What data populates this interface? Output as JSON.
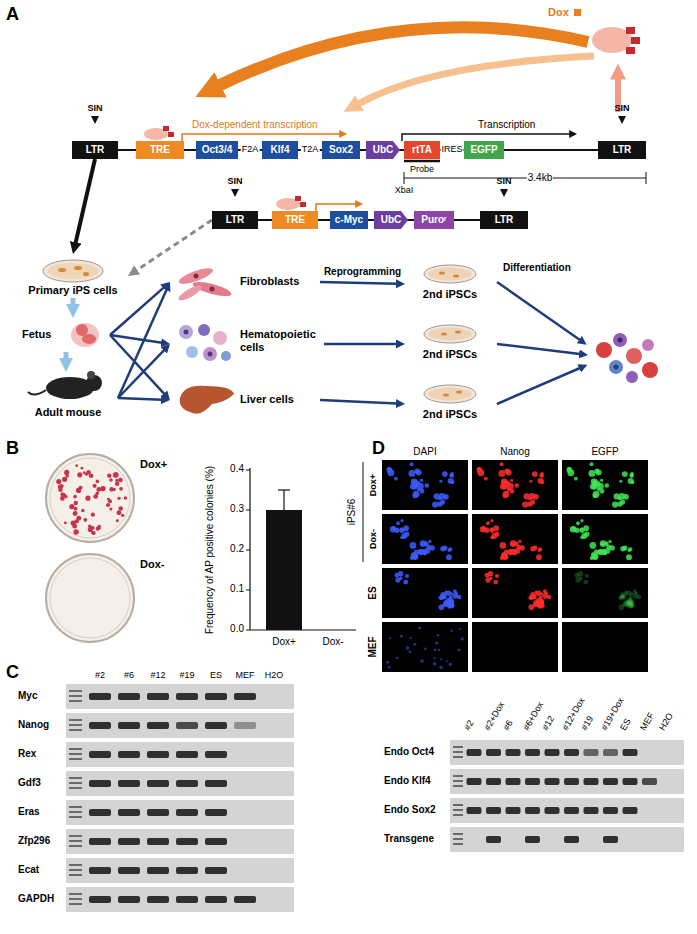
{
  "diagram": {
    "nodes": [
      {
        "text": [
          "LTR"
        ]
      },
      {
        "text": [
          "TRE"
        ]
      },
      {
        "text": [
          "Oct3/4"
        ]
      },
      {
        "text": [
          "Klf4"
        ]
      },
      {
        "text": [
          "Sox2"
        ]
      },
      {
        "text": [
          "UbC"
        ]
      },
      {
        "text": [
          "rtTA"
        ]
      },
      {
        "text": [
          "EGFP"
        ]
      },
      {
        "text": [
          "LTR"
        ]
      },
      {
        "text": [
          "LTR"
        ]
      },
      {
        "text": [
          "TRE"
        ]
      },
      {
        "text": [
          "c-Myc"
        ]
      },
      {
        "text": [
          "UbC"
        ]
      },
      {
        "text": [
          "Puroʳ"
        ]
      },
      {
        "text": [
          "LTR"
        ]
      },
      {
        "text": [
          "Primary iPS cells"
        ]
      },
      {
        "text": [
          "Fetus"
        ]
      },
      {
        "text": [
          "Adult mouse"
        ]
      },
      {
        "text": [
          "Fibroblasts"
        ]
      },
      {
        "text": [
          "Hematopoietic cells"
        ]
      },
      {
        "text": [
          "Liver cells"
        ]
      },
      {
        "text": [
          "2nd iPSCs"
        ]
      },
      {
        "text": [
          "2nd iPSCs"
        ]
      },
      {
        "text": [
          "2nd iPSCs"
        ]
      }
    ],
    "edges": [
      {
        "from": 0,
        "to": 15,
        "arrow": "to"
      },
      {
        "from": 9,
        "to": 15,
        "arrow": "to"
      },
      {
        "from": 15,
        "to": 16,
        "arrow": "to"
      },
      {
        "from": 16,
        "to": 17,
        "arrow": "to"
      },
      {
        "from": 16,
        "to": 18,
        "arrow": "to"
      },
      {
        "from": 16,
        "to": 19,
        "arrow": "to"
      },
      {
        "from": 16,
        "to": 20,
        "arrow": "to"
      },
      {
        "from": 17,
        "to": 18,
        "arrow": "to"
      },
      {
        "from": 17,
        "to": 19,
        "arrow": "to"
      },
      {
        "from": 17,
        "to": 20,
        "arrow": "to"
      },
      {
        "from": 18,
        "to": 21,
        "label": "Reprogramming",
        "arrow": "to"
      },
      {
        "from": 19,
        "to": 22,
        "arrow": "to"
      },
      {
        "from": 20,
        "to": 23,
        "arrow": "to"
      }
    ],
    "labels": [
      "A",
      "SIN",
      "SIN",
      "Dox",
      "Dox-dependent transcription",
      "F2A",
      "T2A",
      "Transcription",
      "IRES",
      "Probe",
      "XbaI",
      "3.4kb",
      "SIN",
      "SIN",
      "Differentiation",
      "B",
      "Dox+",
      "Dox-",
      "Frequency of AP positive colonies (%)",
      "0.4",
      "0.3",
      "0.2",
      "0.1",
      "0.0",
      "Dox+",
      "Dox-",
      "C",
      "Myc",
      "Nanog",
      "Rex",
      "Gdf3",
      "Eras",
      "Zfp296",
      "Ecat",
      "GAPDH",
      "#2",
      "#6",
      "#12",
      "#19",
      "ES",
      "MEF",
      "H2O",
      "D",
      "DAPI",
      "Nanog",
      "EGFP",
      "iPS#6",
      "Dox+",
      "Dox-",
      "ES",
      "MEF",
      "#2",
      "#2+Dox",
      "#6",
      "#6+Dox",
      "#12",
      "#12+Dox",
      "#19",
      "#19+Dox",
      "ES",
      "MEF",
      "H2O",
      "Endo Oct4",
      "Endo Klf4",
      "Endo Sox2",
      "Transgene"
    ]
  }
}
